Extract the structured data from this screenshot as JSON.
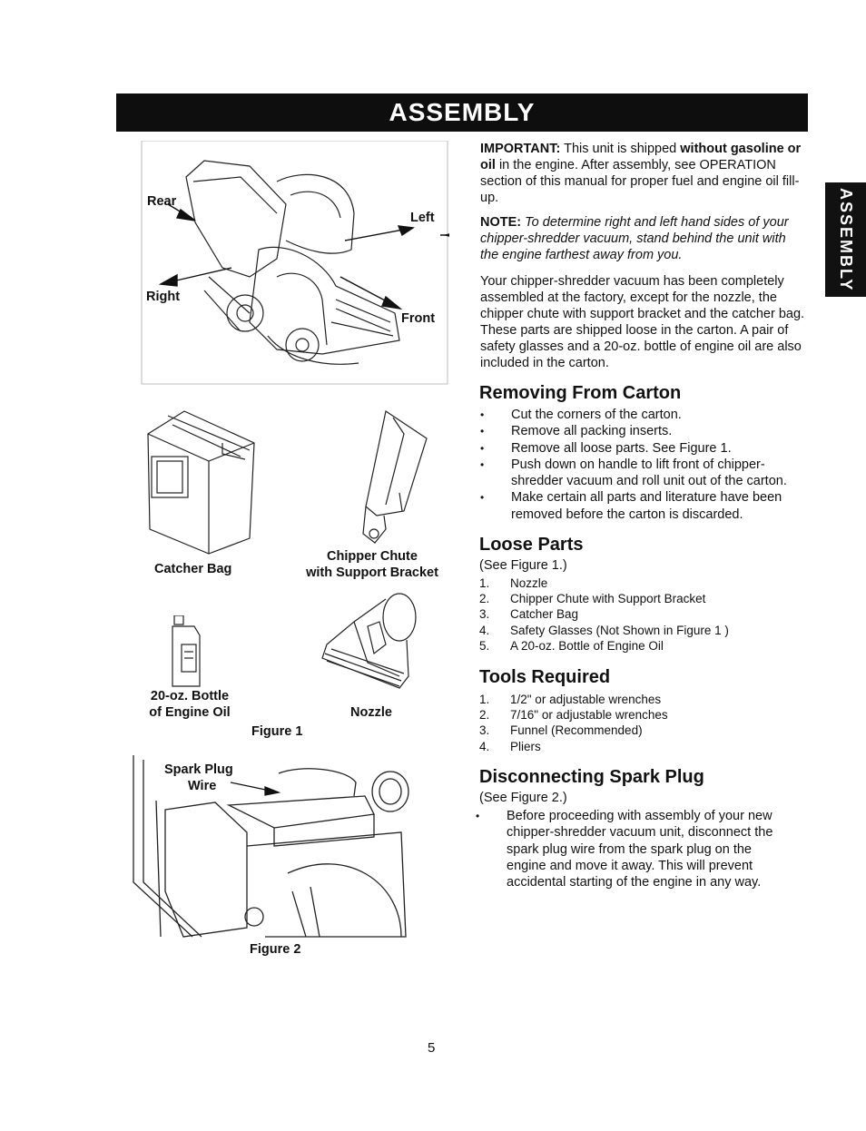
{
  "banner": {
    "title": "ASSEMBLY"
  },
  "side_tab": "ASSEMBLY",
  "intro": {
    "important_label": "IMPORTANT:",
    "important_pre": " This unit is shipped ",
    "important_bold": "without gasoline or oil",
    "important_post": " in the engine. After assembly, see OPERATION section of this manual for proper fuel and engine oil fill-up.",
    "note_label": "NOTE:",
    "note_text": " To determine right and left hand sides of your chipper-shredder vacuum, stand behind the unit with the engine farthest away from you.",
    "body": "Your chipper-shredder vacuum has been completely assembled at the factory, except for the nozzle, the chipper chute with support bracket and the catcher bag. These parts are shipped loose in the carton. A pair of safety glasses and a 20-oz. bottle of engine oil are also included in the carton."
  },
  "removing": {
    "title": "Removing From Carton",
    "items": [
      "Cut the corners of the carton.",
      "Remove all packing inserts.",
      "Remove all loose parts. See Figure 1.",
      "Push down on handle to lift front of chipper-shredder vacuum and roll unit out of the carton.",
      "Make certain all parts and literature have been removed before the carton is discarded."
    ]
  },
  "loose_parts": {
    "title": "Loose Parts",
    "see": "(See Figure 1.)",
    "items": [
      {
        "n": "1.",
        "t": "Nozzle"
      },
      {
        "n": "2.",
        "t": "Chipper Chute with Support Bracket"
      },
      {
        "n": "3.",
        "t": "Catcher Bag"
      },
      {
        "n": "4.",
        "t": "Safety Glasses (Not Shown in Figure 1 )"
      },
      {
        "n": "5.",
        "t": "A 20-oz. Bottle of Engine Oil"
      }
    ]
  },
  "tools": {
    "title": "Tools Required",
    "items": [
      {
        "n": "1.",
        "t": "1/2\" or adjustable wrenches"
      },
      {
        "n": "2.",
        "t": "7/16\" or adjustable wrenches"
      },
      {
        "n": "3.",
        "t": "Funnel (Recommended)"
      },
      {
        "n": "4.",
        "t": "Pliers"
      }
    ]
  },
  "spark": {
    "title": "Disconnecting Spark Plug",
    "see": "(See Figure 2.)",
    "items": [
      "Before proceeding with assembly of your new chipper-shredder vacuum unit, disconnect the spark plug wire from the spark plug on the engine and move it away. This will prevent accidental starting of the engine in any way."
    ]
  },
  "figure1": {
    "orientation": {
      "rear": "Rear",
      "left": "Left",
      "right": "Right",
      "front": "Front"
    },
    "catcher_bag": "Catcher Bag",
    "chipper_chute_1": "Chipper Chute",
    "chipper_chute_2": "with Support Bracket",
    "oil_1": "20-oz. Bottle",
    "oil_2": "of Engine Oil",
    "nozzle": "Nozzle",
    "caption": "Figure 1"
  },
  "figure2": {
    "spark_1": "Spark Plug",
    "spark_2": "Wire",
    "caption": "Figure 2"
  },
  "page_number": "5"
}
